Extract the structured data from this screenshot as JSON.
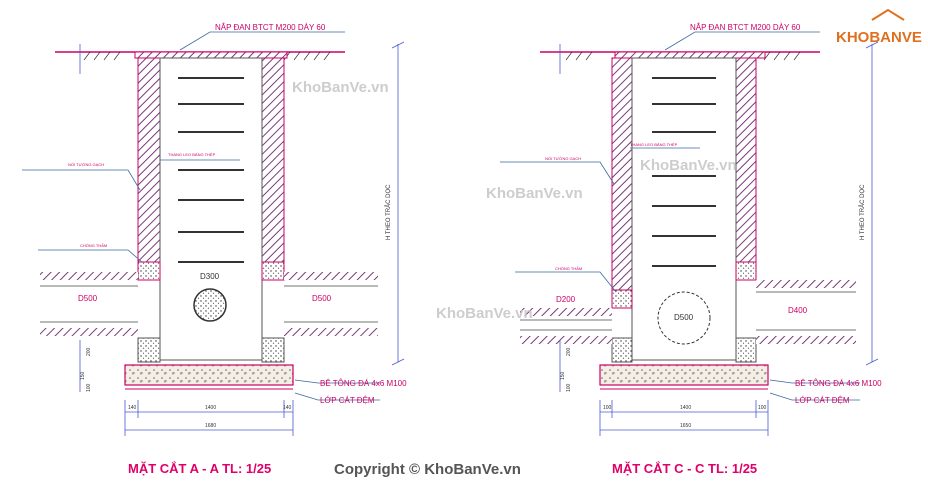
{
  "watermarks": {
    "brand_logo_text": "KHOBANVE",
    "wm1": "KhoBanVe.vn",
    "wm2": "KhoBanVe.vn",
    "wm3": "KhoBanVe.vn",
    "wm4": "KhoBanVe.vn",
    "copyright": "Copyright © KhoBanVe.vn"
  },
  "section_a": {
    "cover_label": "NẮP ĐAN BTCT M200 DÀY 60",
    "pipe_inner": "D300",
    "pipe_left": "D500",
    "pipe_right": "D500",
    "concrete_label": "BÊ TÔNG ĐÁ 4x6 M100",
    "sand_label": "LỚP CÁT ĐỆM",
    "depth_label": "H THEO TRẮC DỌC",
    "dim_left": "140",
    "dim_mid": "1400",
    "dim_right": "140",
    "dim_total": "1680",
    "dim_v1": "200",
    "dim_v2": "150",
    "dim_v3": "100",
    "title": "MẶT CẮT A - A TL: 1/25"
  },
  "section_c": {
    "cover_label": "NẮP ĐAN BTCT M200 DÀY 60",
    "pipe_inner": "D500",
    "pipe_left": "D200",
    "pipe_right": "D400",
    "concrete_label": "BÊ TÔNG ĐÁ 4x6 M100",
    "sand_label": "LỚP CÁT ĐỆM",
    "depth_label": "H THEO TRẮC DỌC",
    "dim_left": "100",
    "dim_mid": "1400",
    "dim_right": "100",
    "dim_total": "1650",
    "dim_v1": "200",
    "dim_v2": "150",
    "dim_v3": "100",
    "title": "MẶT CẮT C - C TL: 1/25"
  },
  "colors": {
    "magenta": "#cc0066",
    "dim_blue": "#4a5bd0",
    "wall": "#8a4a8a",
    "ground": "#3a7a3a",
    "title": "#e0006a"
  }
}
